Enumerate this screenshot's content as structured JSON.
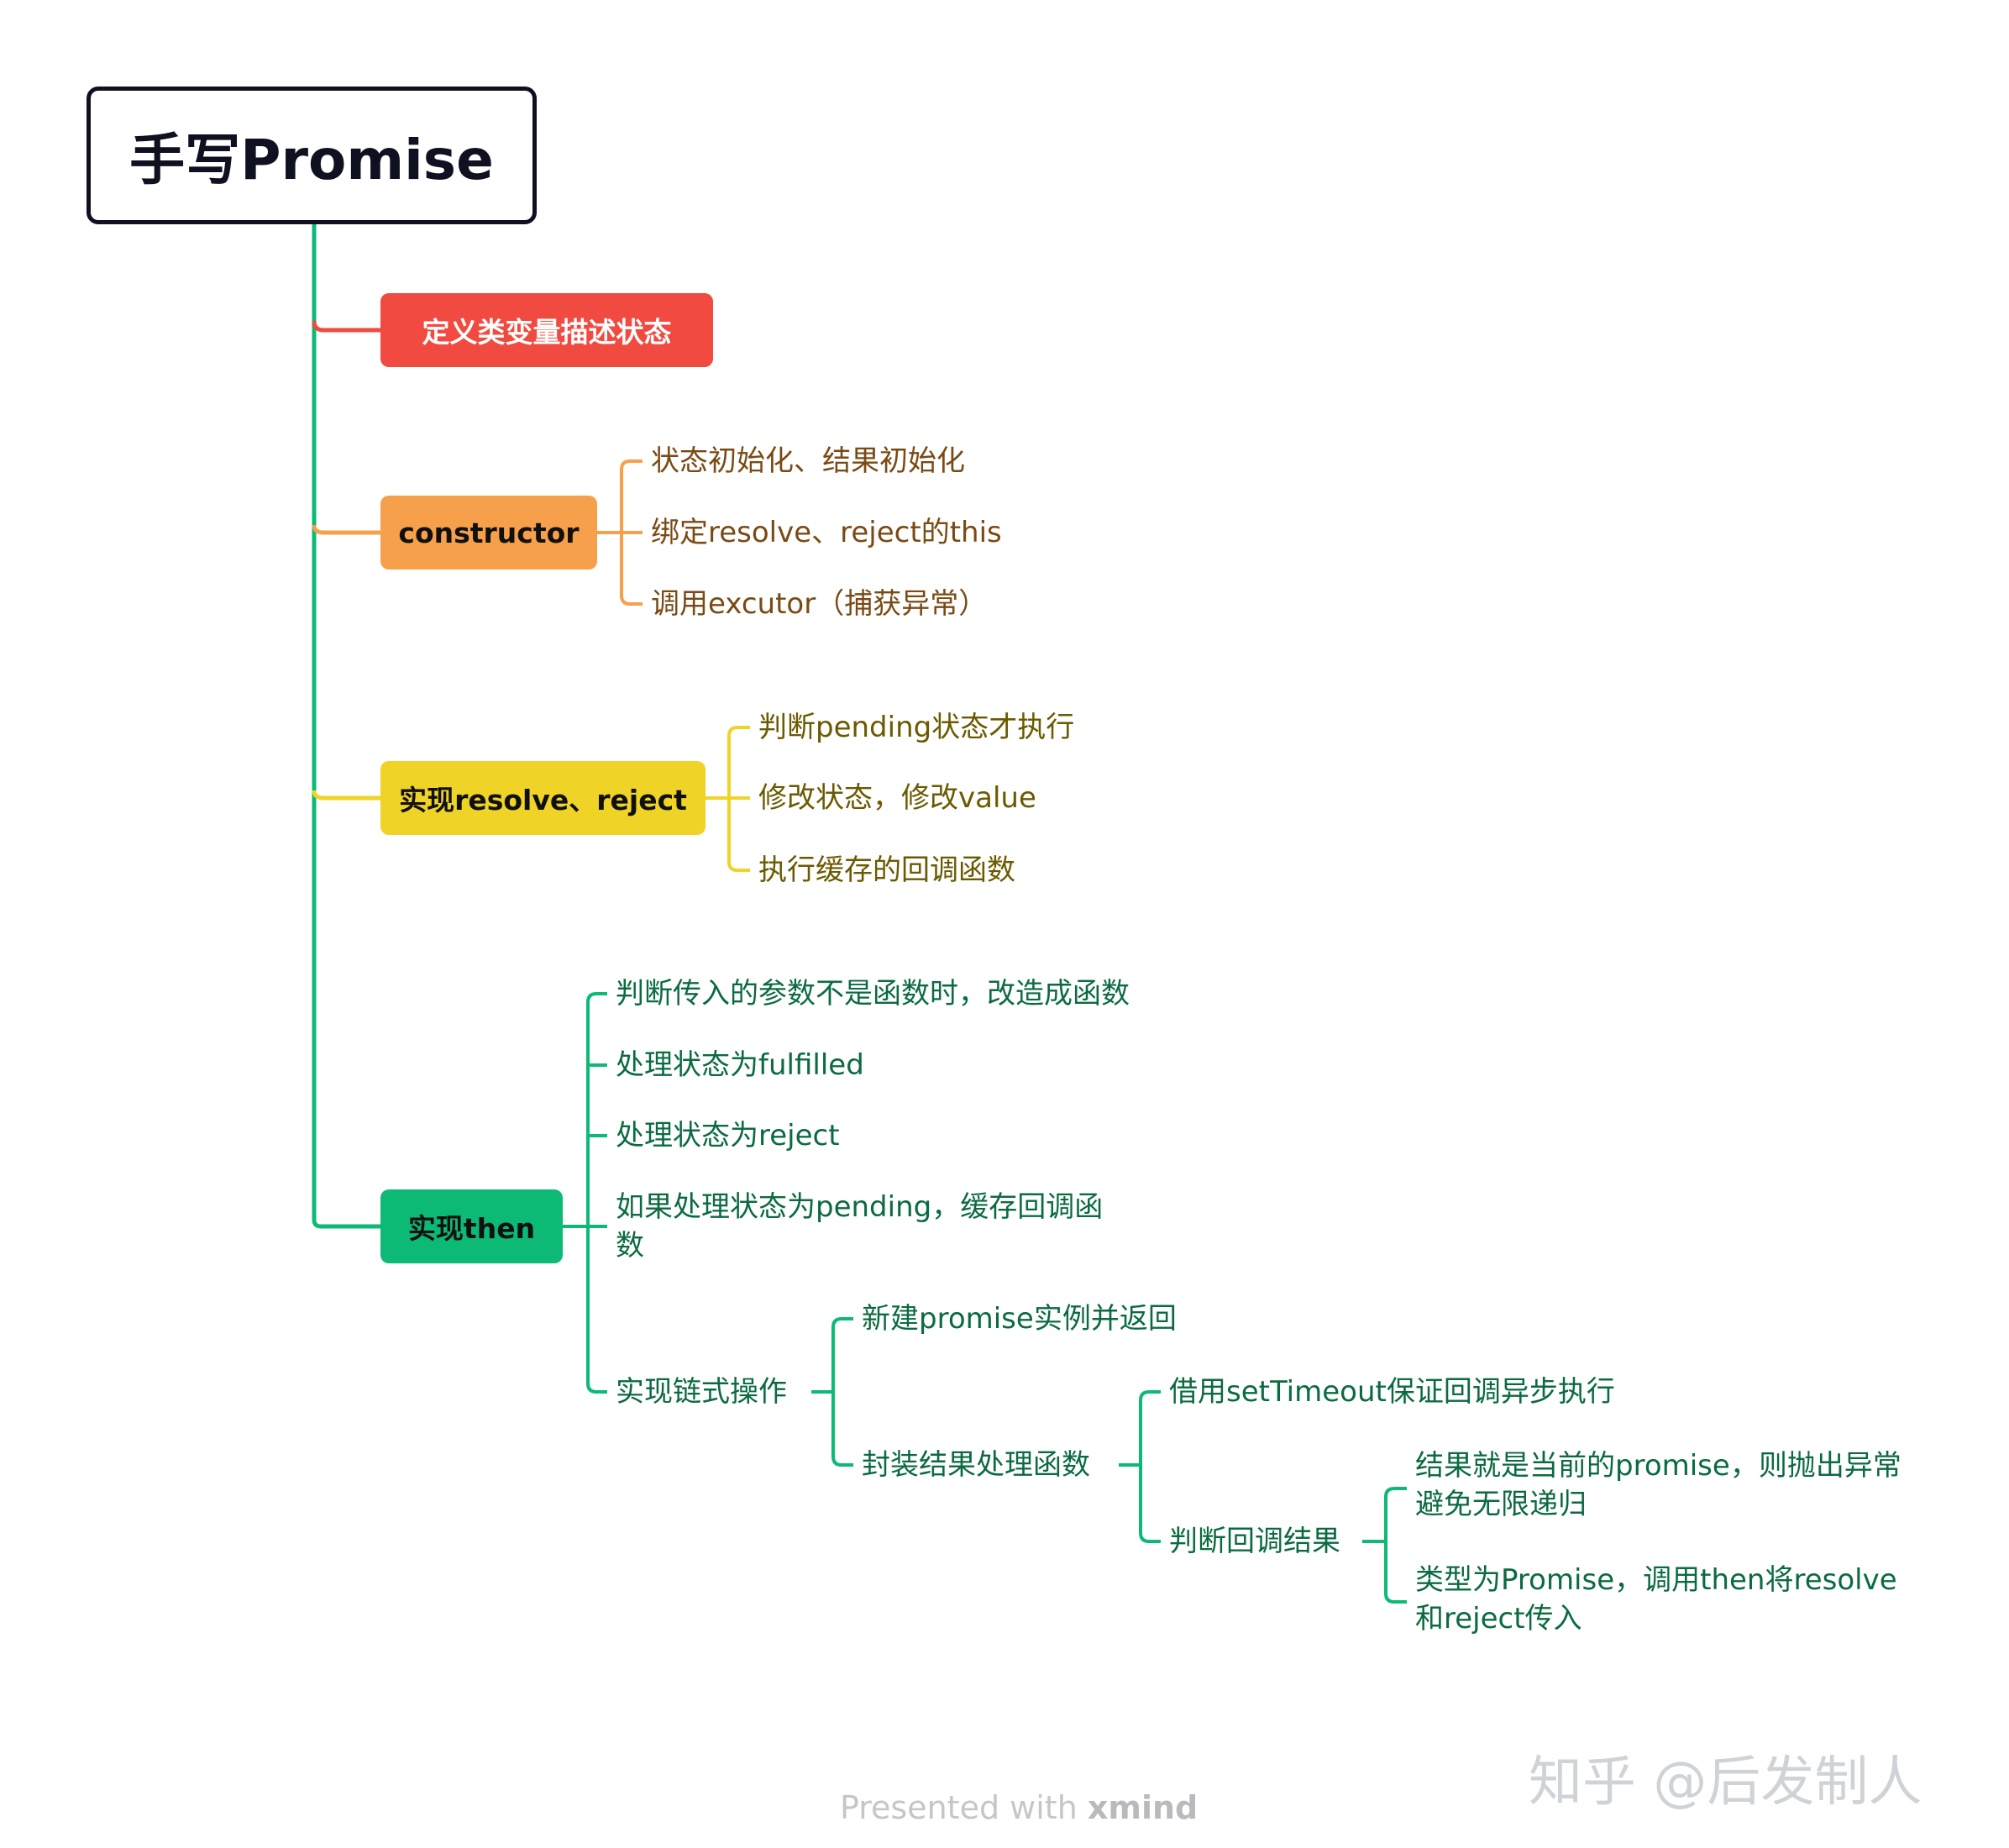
{
  "root": {
    "title": "手写Promise"
  },
  "colors": {
    "root_border": "#0f1020",
    "red": "#f14a41",
    "orange": "#f7a04b",
    "yellow": "#f0d327",
    "green": "#0cba76"
  },
  "branches": {
    "define": {
      "label": "定义类变量描述状态"
    },
    "constructor": {
      "label": "constructor",
      "items": [
        "状态初始化、结果初始化",
        "绑定resolve、reject的this",
        "调用excutor（捕获异常）"
      ]
    },
    "resolve_reject": {
      "label": "实现resolve、reject",
      "items": [
        "判断pending状态才执行",
        "修改状态，修改value",
        "执行缓存的回调函数"
      ]
    },
    "then": {
      "label": "实现then",
      "items": [
        "判断传入的参数不是函数时，改造成函数",
        "处理状态为fulfilled",
        "处理状态为reject"
      ],
      "pending_item": {
        "line1": "如果处理状态为pending，缓存回调函",
        "line2": "数"
      },
      "chain": {
        "label": "实现链式操作",
        "new_promise": "新建promise实例并返回",
        "wrap": {
          "label": "封装结果处理函数",
          "settimeout": "借用setTimeout保证回调异步执行",
          "judge": {
            "label": "判断回调结果",
            "same_promise": {
              "line1": "结果就是当前的promise，则抛出异常",
              "line2": "避免无限递归"
            },
            "is_promise": {
              "line1": "类型为Promise，调用then将resolve",
              "line2": "和reject传入"
            }
          }
        }
      }
    }
  },
  "watermark": "知乎 @后发制人",
  "footer": {
    "prefix": "Presented with ",
    "brand": "xmind"
  }
}
